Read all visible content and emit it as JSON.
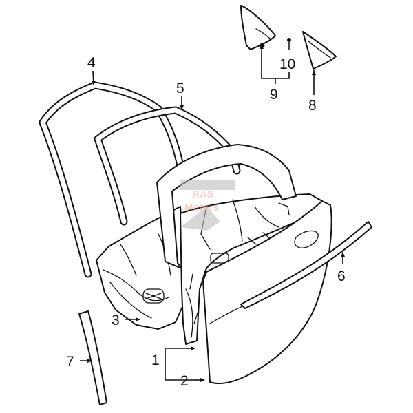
{
  "callouts": [
    {
      "id": "1",
      "label": "1"
    },
    {
      "id": "2",
      "label": "2"
    },
    {
      "id": "3",
      "label": "3"
    },
    {
      "id": "4",
      "label": "4"
    },
    {
      "id": "5",
      "label": "5"
    },
    {
      "id": "6",
      "label": "6"
    },
    {
      "id": "7",
      "label": "7"
    },
    {
      "id": "8",
      "label": "8"
    },
    {
      "id": "9",
      "label": "9"
    },
    {
      "id": "10",
      "label": "10"
    }
  ],
  "watermark": {
    "line1": "RAS",
    "line2": "Motors",
    "color": "#e89a85"
  },
  "colors": {
    "line": "#111111",
    "background": "#ffffff"
  }
}
